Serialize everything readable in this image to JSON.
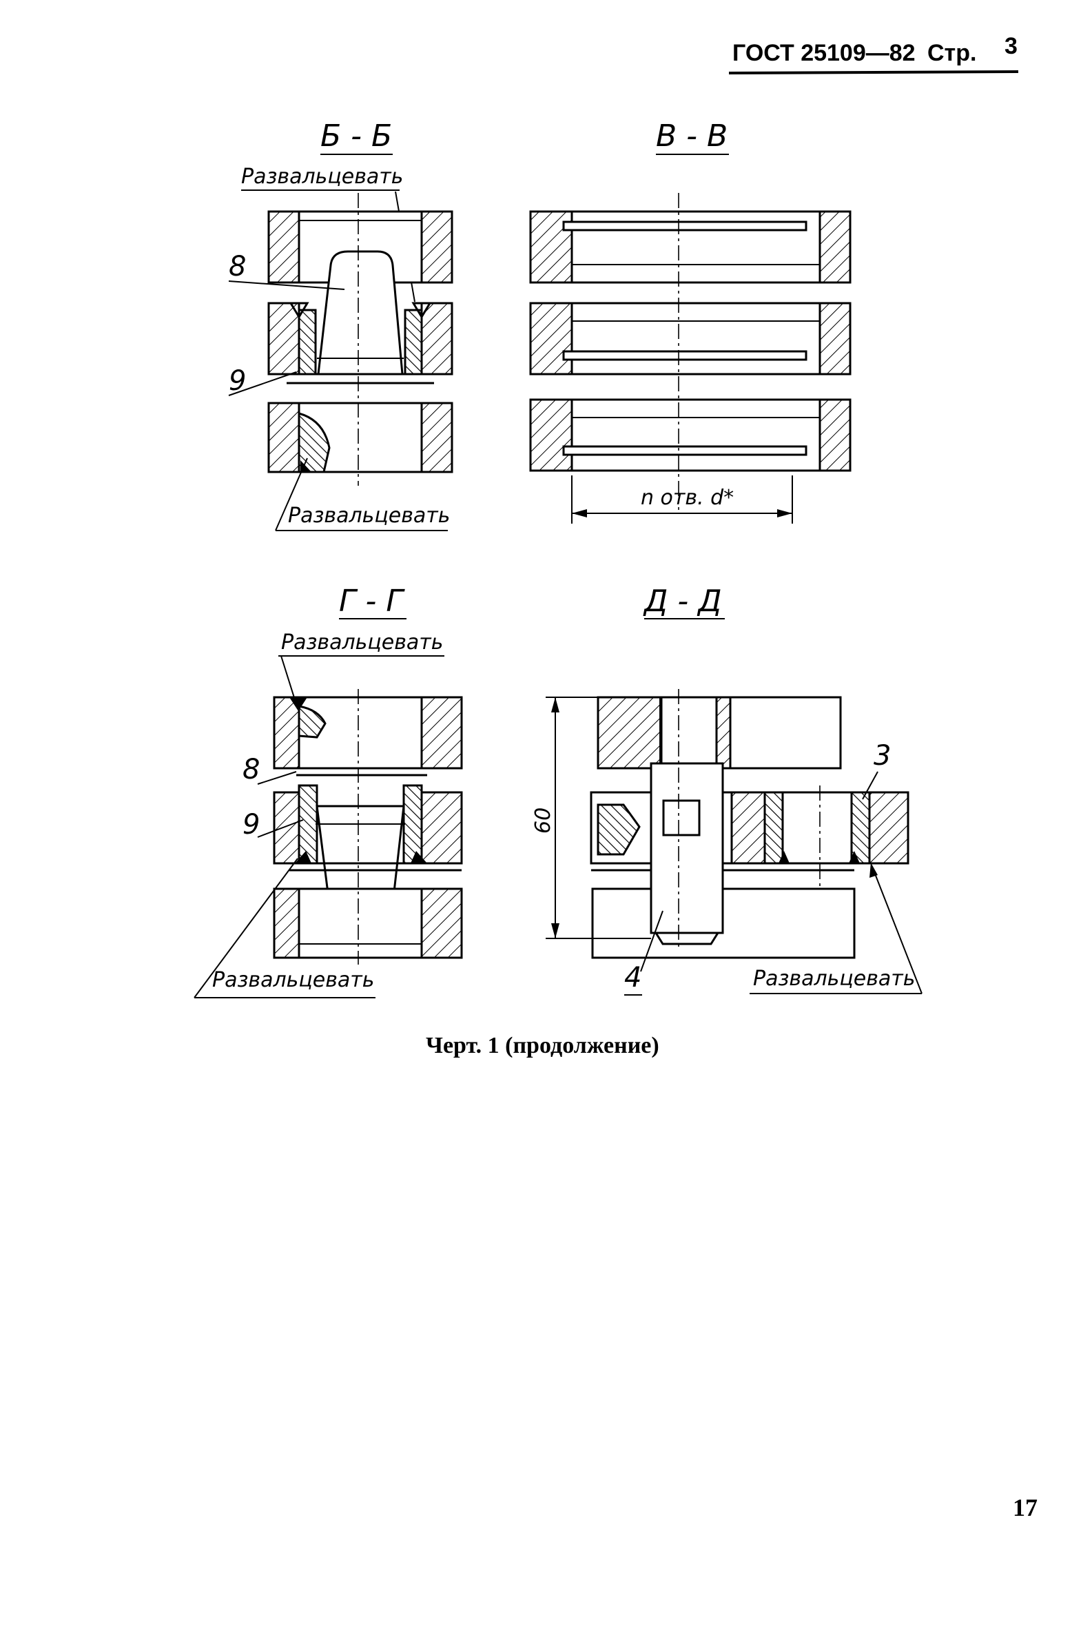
{
  "header": {
    "standard": "ГОСТ 25109—82",
    "page_word": "Стр.",
    "page_number": "3"
  },
  "sections": {
    "bb": {
      "title": "Б - Б",
      "note_top": "Развальцевать",
      "note_bottom": "Развальцевать",
      "pos_8": "8",
      "pos_9": "9"
    },
    "vv": {
      "title": "В - В",
      "dimension": "n отв. d*"
    },
    "gg": {
      "title": "Г - Г",
      "note_top": "Развальцевать",
      "note_bottom": "Развальцевать",
      "pos_8": "8",
      "pos_9": "9"
    },
    "dd": {
      "title": "Д - Д",
      "dim_60": "60",
      "pos_3": "3",
      "pos_4": "4",
      "note": "Развальцевать"
    }
  },
  "caption": "Черт. 1 (продолжение)",
  "footer": {
    "page_number": "17"
  }
}
